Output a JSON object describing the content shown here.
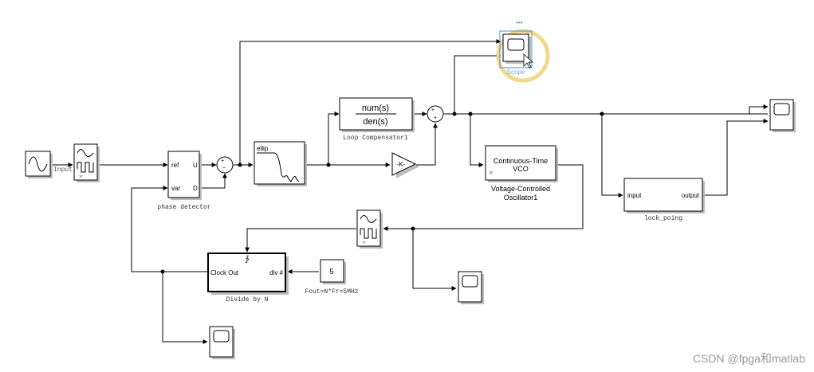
{
  "blocks": {
    "input_label": "Input",
    "phase_detector": {
      "label": "phase detector",
      "port_ref": "ref",
      "port_var": "var",
      "port_u": "U",
      "port_d": "D"
    },
    "sum1_signs": {
      "a": "+",
      "b": "−"
    },
    "ellip": {
      "label": "ellip"
    },
    "loop_comp": {
      "num": "num(s)",
      "den": "den(s)",
      "label": "Loop Compensator1"
    },
    "gain": {
      "text": "-K-"
    },
    "sum2_signs": {
      "a": "+",
      "b": "+"
    },
    "vco": {
      "line1": "Continuous-Time",
      "line2": "VCO",
      "label1": "Voltage-Controlled",
      "label2": "Oscillator1"
    },
    "scope_top": {
      "label": "Scope",
      "dots": "•••"
    },
    "lock": {
      "port_in": "input",
      "port_out": "output",
      "label": "lock_poing"
    },
    "divider": {
      "port_clock": "Clock Out",
      "port_div": "div #",
      "label": "Divide by N",
      "trigger": "∱"
    },
    "constant": {
      "value": "5",
      "label": "Fout=N*Fr=5MHz"
    }
  },
  "watermark": "CSDN @fpga和matlab"
}
